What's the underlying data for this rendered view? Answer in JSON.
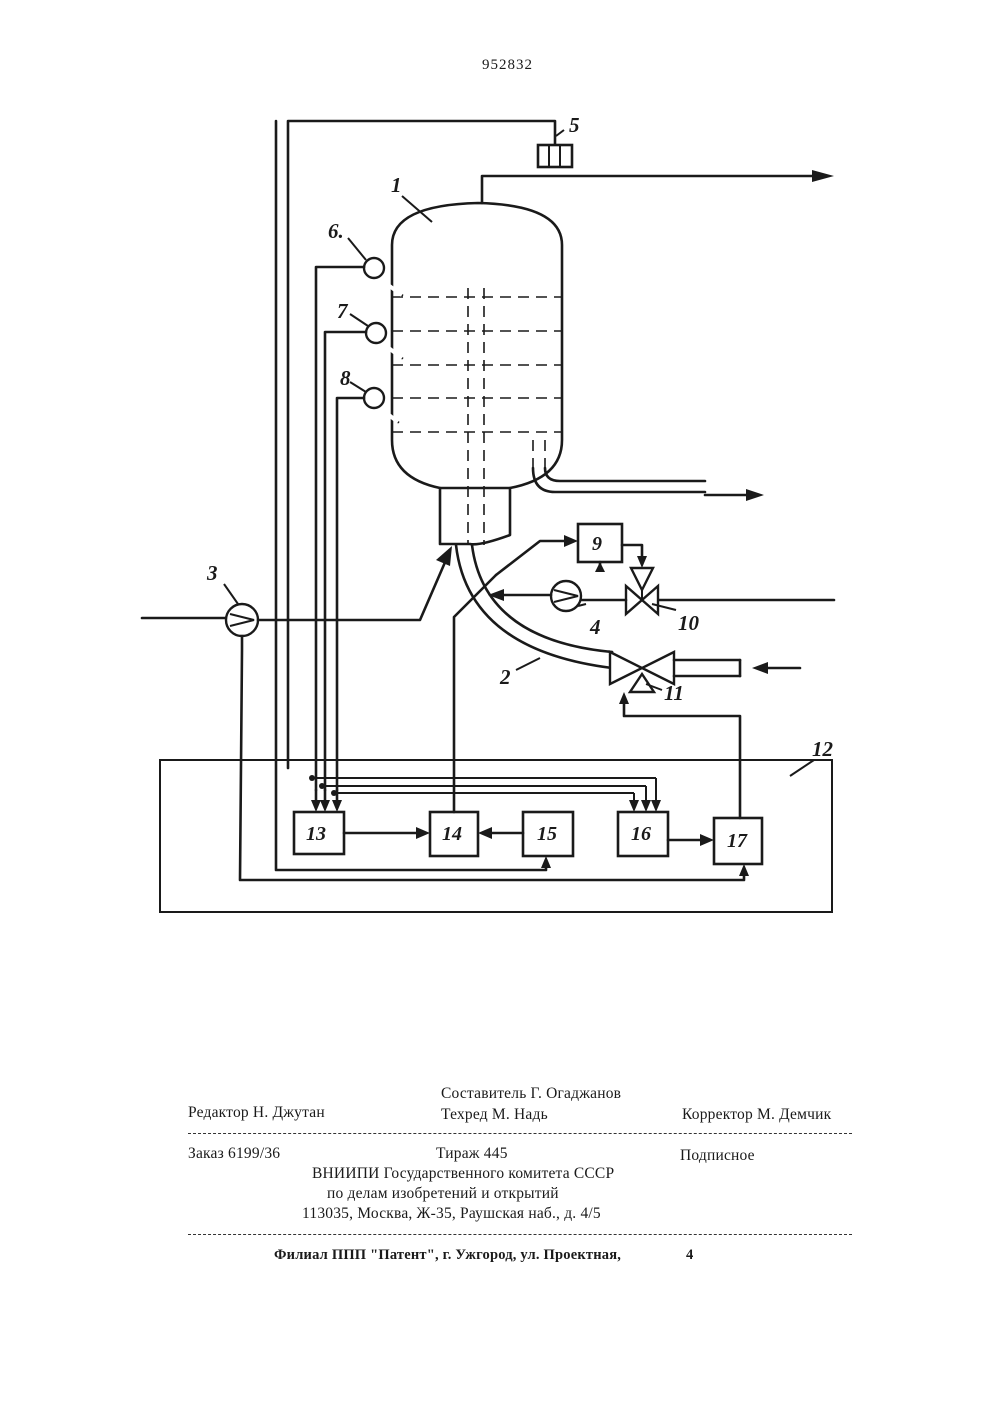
{
  "patent_number": "952832",
  "diagram": {
    "labels": {
      "reactor": "1",
      "bent_pipe": "2",
      "pump_main": "3",
      "pump_small": "4",
      "sensor_top": "5",
      "sensor_a": "6.",
      "sensor_b": "7",
      "sensor_c": "8",
      "block_9": "9",
      "valve_10": "10",
      "valve_11": "11",
      "control_unit": "12",
      "block_13": "13",
      "block_14": "14",
      "block_15": "15",
      "block_16": "16",
      "block_17": "17"
    }
  },
  "credits": {
    "composer": "Составитель Г. Огаджанов",
    "editor": "Редактор Н. Джутан",
    "techred": "Техред М. Надь",
    "corrector": "Корректор М. Демчик",
    "order": "Заказ 6199/36",
    "circulation": "Тираж 445",
    "subscription": "Подписное",
    "org_line1": "ВНИИПИ Государственного комитета СССР",
    "org_line2": "по делам изобретений и открытий",
    "org_line3": "113035, Москва, Ж-35, Раушская наб., д. 4/5",
    "branch": "Филиал ППП \"Патент\", г. Ужгород, ул. Проектная,",
    "branch_number": "4"
  }
}
